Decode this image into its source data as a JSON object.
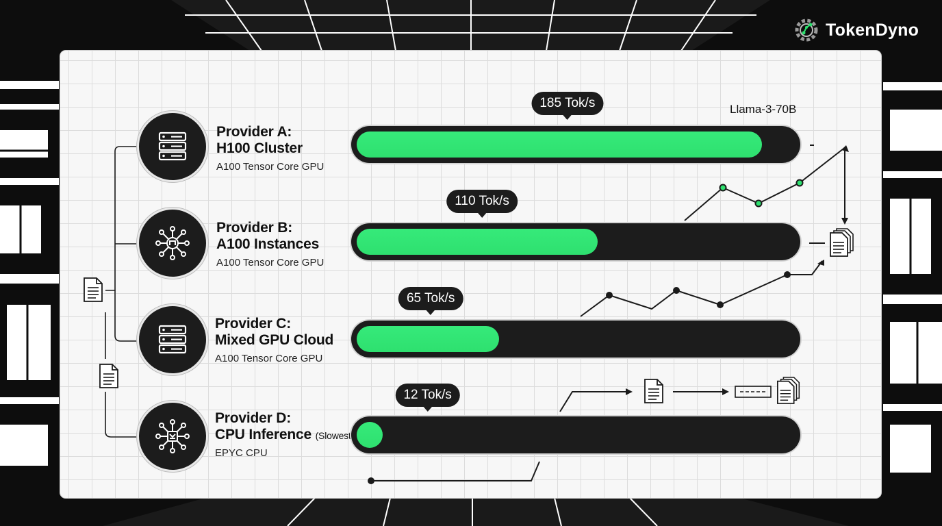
{
  "brand": {
    "name": "TokenDyno",
    "logo_icon": "gear-circuit-icon"
  },
  "chart_data": {
    "type": "bar",
    "orientation": "horizontal",
    "series_label": "Llama-3-70B",
    "categories": [
      "Provider A:",
      "Provider B:",
      "Provider C:",
      "Provider D:"
    ],
    "values": [
      185,
      110,
      65,
      12
    ],
    "value_labels": [
      "185 Tok/s",
      "110 Tok/s",
      "65 Tok/s",
      "12 Tok/s"
    ],
    "xlim": [
      0,
      200
    ],
    "grid": true,
    "colors": {
      "fill": "#2ee06f",
      "track": "#1c1c1c"
    }
  },
  "providers": [
    {
      "name": "Provider A:",
      "desc": "H100 Cluster",
      "note": "",
      "hardware": "A100 Tensor Core GPU",
      "icon": "server-rack-icon"
    },
    {
      "name": "Provider B:",
      "desc": "A100 Instances",
      "note": "",
      "hardware": "A100 Tensor Core GPU",
      "icon": "network-hub-icon"
    },
    {
      "name": "Provider C:",
      "desc": "Mixed GPU Cloud",
      "note": "",
      "hardware": "A100 Tensor Core GPU",
      "icon": "server-rack-icon"
    },
    {
      "name": "Provider D:",
      "desc": "CPU Inference",
      "note": "(Slowest)",
      "hardware": "EPYC CPU",
      "icon": "cpu-network-icon"
    }
  ]
}
